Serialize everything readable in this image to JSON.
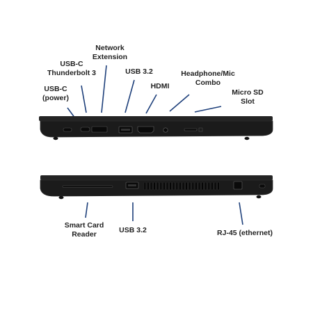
{
  "colors": {
    "leader": "#1d3f7a",
    "chassis": "#1b1b1b",
    "chassis_edge": "#2c2c2c",
    "port": "#0a0a0a",
    "text": "#1f1f1f"
  },
  "top_labels": {
    "usbc_power": [
      "USB-C",
      "(power)"
    ],
    "usbc_tb3": [
      "USB-C",
      "Thunderbolt 3"
    ],
    "network_ext": [
      "Network",
      "Extension"
    ],
    "usb32": [
      "USB 3.2"
    ],
    "hdmi": [
      "HDMI"
    ],
    "headphone": [
      "Headphone/Mic",
      "Combo"
    ],
    "microsd": [
      "Micro SD",
      "Slot"
    ]
  },
  "bottom_labels": {
    "smartcard": [
      "Smart Card",
      "Reader"
    ],
    "usb32": [
      "USB 3.2"
    ],
    "rj45": [
      "RJ-45 (ethernet)"
    ]
  }
}
